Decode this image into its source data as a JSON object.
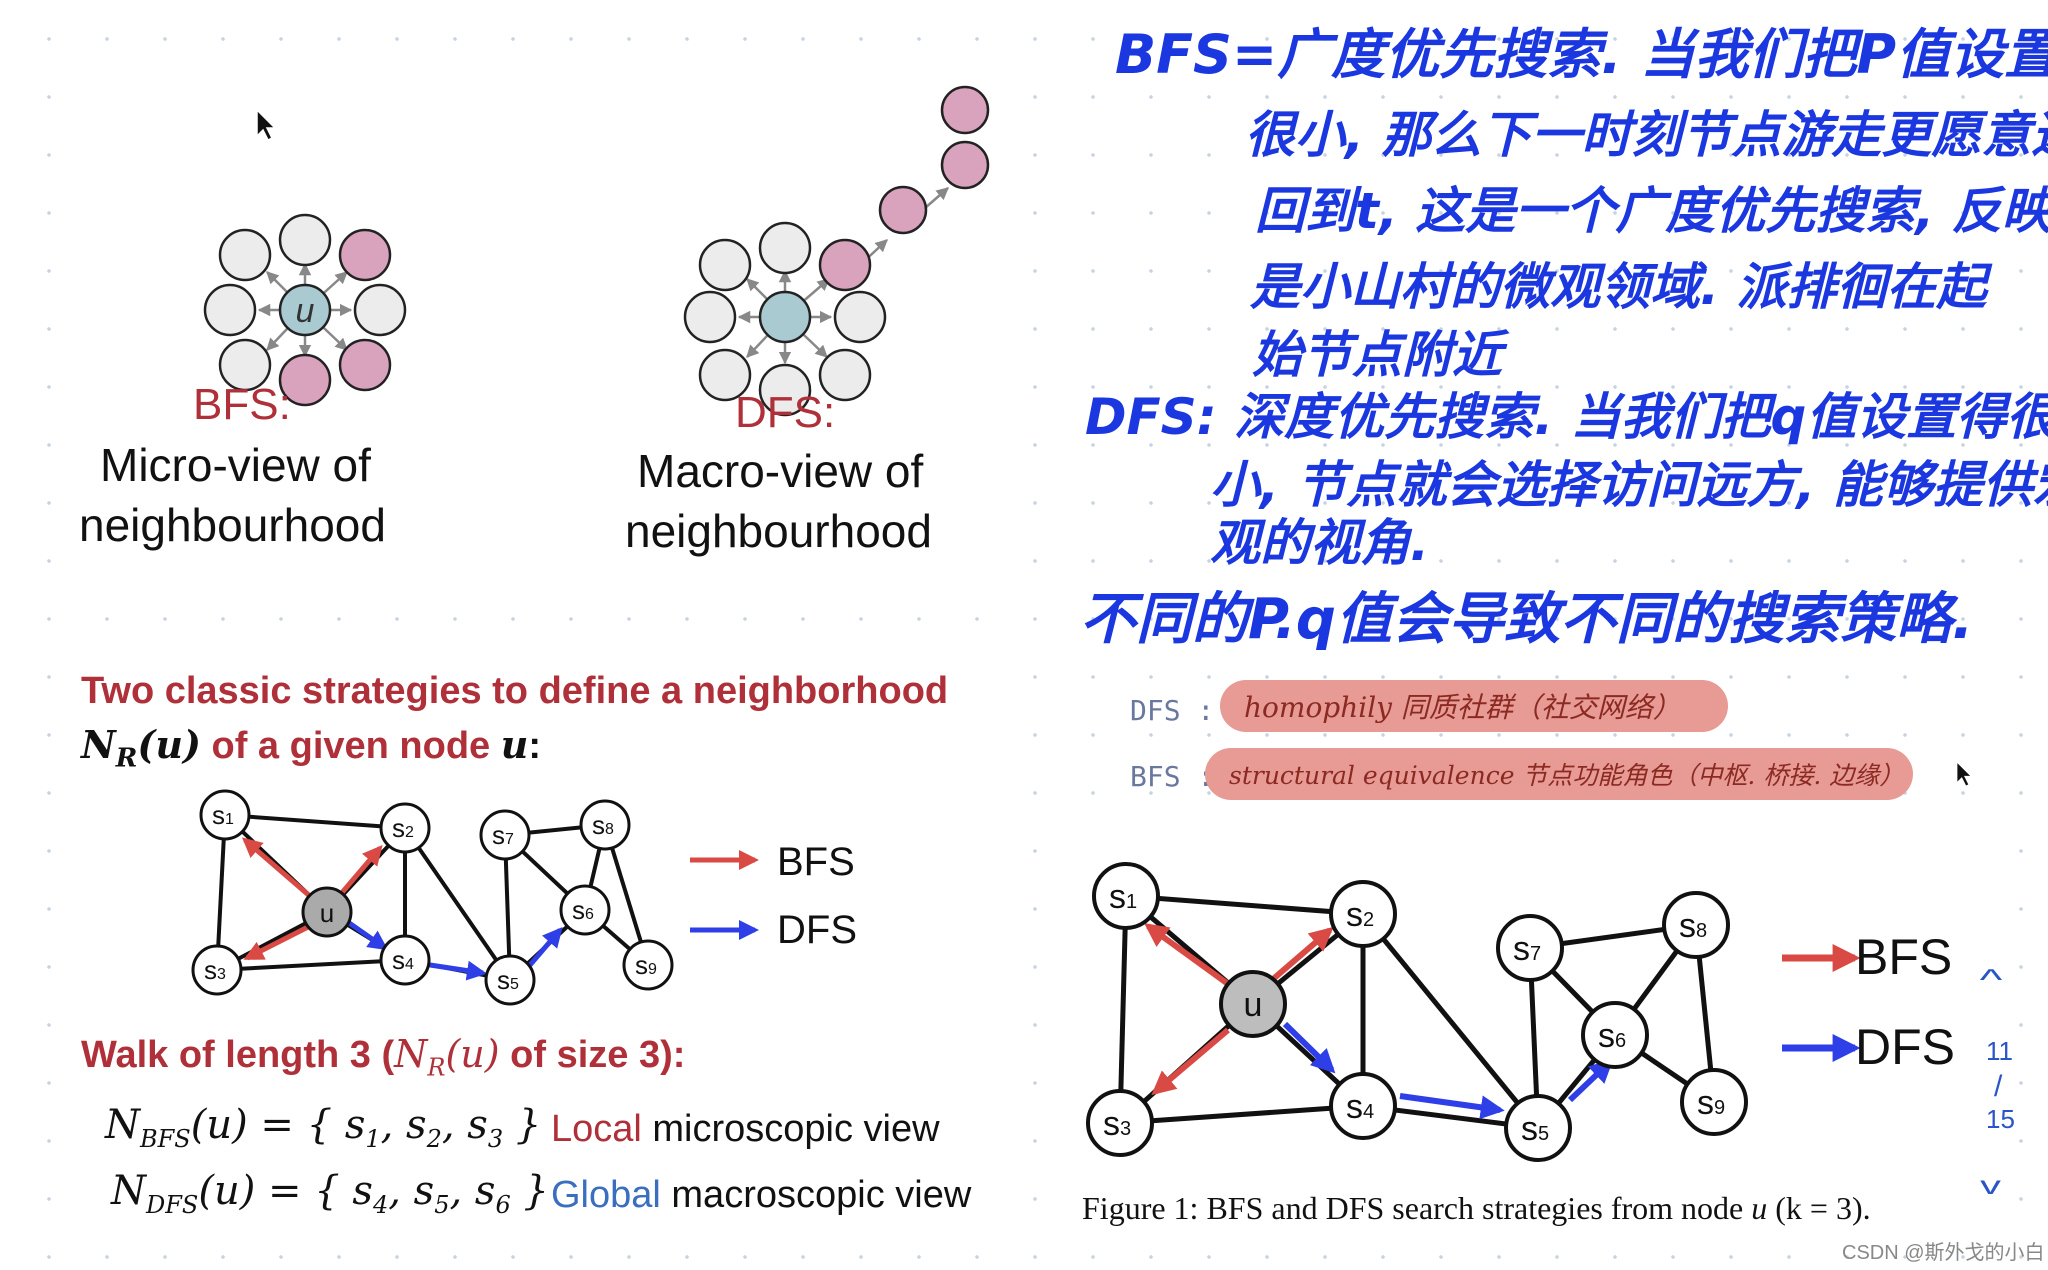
{
  "top_left": {
    "bfs_title": "BFS:",
    "bfs_desc_line1": "Micro-view of",
    "bfs_desc_line2": "neighbourhood",
    "dfs_title": "DFS:",
    "dfs_desc_line1": "Macro-view of",
    "dfs_desc_line2": "neighbourhood",
    "center_node_label": "u"
  },
  "bottom_left": {
    "heading_line1": "Two classic strategies to define a neighborhood",
    "heading_line2_math": "N",
    "heading_line2_sub": "R",
    "heading_line2_arg": "(u)",
    "heading_line2_text": " of a given node ",
    "heading_line2_var": "u",
    "heading_line2_colon": ":",
    "walk_text": "Walk of length 3 (",
    "walk_math": "N",
    "walk_sub": "R",
    "walk_arg": "(u)",
    "walk_end": " of size 3):",
    "nbfs_lhs": "N",
    "nbfs_sub": "BFS",
    "nbfs_rhs": "(u) = { s",
    "nbfs_set": "1",
    "nbfs_set2": ", s",
    "nbfs_set3": "2",
    "nbfs_set4": ", s",
    "nbfs_set5": "3",
    "nbfs_set6": " }",
    "ndfs_lhs": "N",
    "ndfs_sub": "DFS",
    "ndfs_rhs": "(u) = { s",
    "ndfs_set": "4",
    "ndfs_set2": ", s",
    "ndfs_set3": "5",
    "ndfs_set4": ", s",
    "ndfs_set5": "6",
    "ndfs_set6": " }",
    "local_word": "Local",
    "local_rest": " microscopic view",
    "global_word": "Global",
    "global_rest": " macroscopic view",
    "legend_bfs": "BFS",
    "legend_dfs": "DFS",
    "graph_nodes": [
      "s1",
      "s2",
      "s3",
      "u",
      "s4",
      "s5",
      "s6",
      "s7",
      "s8",
      "s9"
    ]
  },
  "notes": {
    "line1": "BFS=广度优先搜索. 当我们把P值设置得",
    "line2": "很小, 那么下一时刻节点游走更愿意返",
    "line3": "回到t, 这是一个广度优先搜索, 反映的",
    "line4": "是小山村的微观领域. 派排徊在起",
    "line5": "始节点附近",
    "line6": "DFS: 深度优先搜索. 当我们把q值设置得很",
    "line7": "小, 节点就会选择访问远方, 能够提供宏",
    "line8": "观的视角.",
    "line9": "不同的P.q值会导致不同的搜索策略.",
    "tag_dfs": "DFS :",
    "pill_dfs": "homophily  同质社群（社交网络）",
    "tag_bfs": "BFS :",
    "pill_bfs": "structural equivalence  节点功能角色（中枢. 桥接. 边缘）"
  },
  "figure": {
    "legend_bfs": "BFS",
    "legend_dfs": "DFS",
    "caption_pre": "Figure 1: BFS and DFS search strategies from node ",
    "caption_var": "u",
    "caption_post": " (k = 3)."
  },
  "pager": {
    "up_icon": "^",
    "current": "11",
    "sep": "/",
    "total": "15",
    "down_icon": "v"
  },
  "watermark": "CSDN @斯外戈的小白",
  "colors": {
    "bfs_red": "#d94a45",
    "dfs_blue": "#2f3fe8",
    "heading_red": "#b0303a",
    "global_blue": "#3a6fc0",
    "node_pink": "#d9a3bd",
    "node_teal": "#a9cad1",
    "node_gray": "#bdbdbd",
    "hand_blue": "#1a37e0",
    "pill_red": "#e89a94"
  }
}
